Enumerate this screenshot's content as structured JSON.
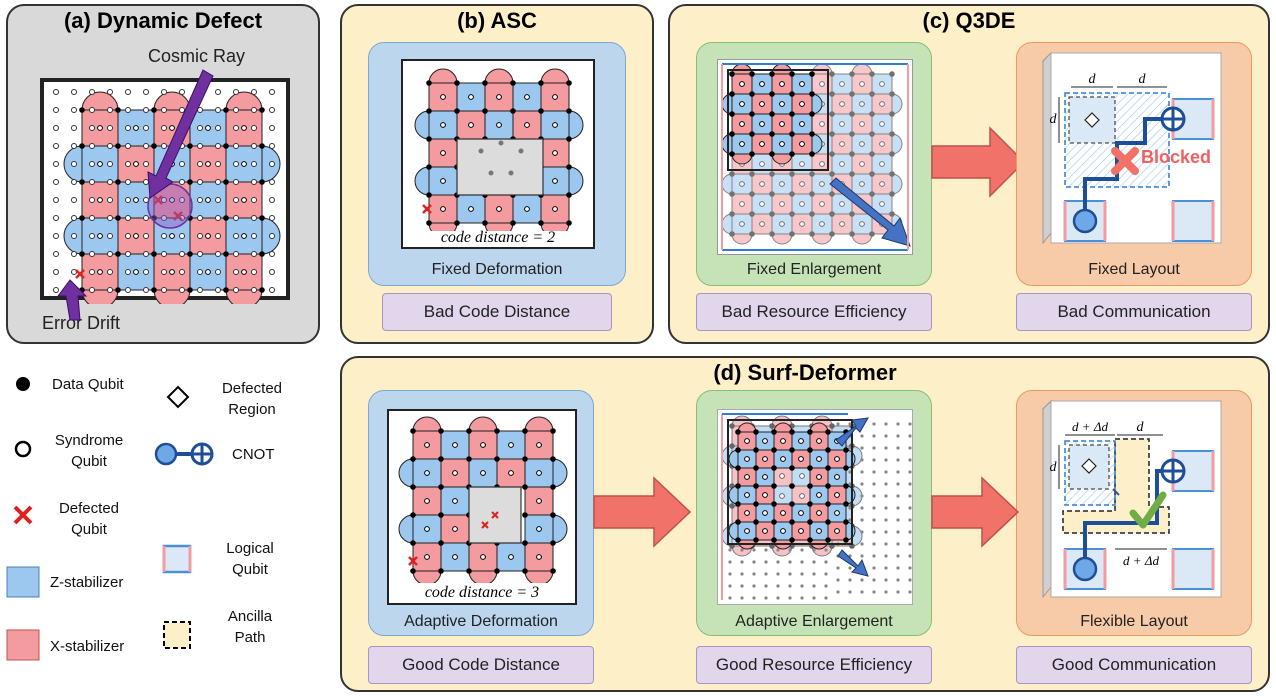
{
  "panels": {
    "a": {
      "title": "(a) Dynamic Defect",
      "cosmic_ray": "Cosmic Ray",
      "error_drift": "Error Drift"
    },
    "b": {
      "title": "(b) ASC",
      "code_distance": "code distance = 2",
      "caption": "Fixed Deformation",
      "eval": "Bad Code Distance"
    },
    "c": {
      "title": "(c) Q3DE",
      "caption1": "Fixed Enlargement",
      "caption2": "Fixed Layout",
      "eval1": "Bad Resource Efficiency",
      "eval2": "Bad Communication",
      "blocked": "Blocked",
      "d_label": "d"
    },
    "d": {
      "title": "(d) Surf-Deformer",
      "code_distance": "code distance = 3",
      "caption1": "Adaptive Deformation",
      "caption2": "Adaptive Enlargement",
      "caption3": "Flexible Layout",
      "eval1": "Good Code Distance",
      "eval2": "Good Resource Efficiency",
      "eval3": "Good Communication",
      "d_label": "d",
      "d_plus": "d + Δd"
    }
  },
  "legend": {
    "data_qubit": "Data Qubit",
    "syndrome_qubit": "Syndrome Qubit",
    "defected_qubit": "Defected Qubit",
    "z_stabilizer": "Z-stabilizer",
    "x_stabilizer": "X-stabilizer",
    "defected_region": "Defected Region",
    "cnot": "CNOT",
    "logical_qubit": "Logical Qubit",
    "ancilla_path": "Ancilla Path"
  },
  "colors": {
    "z": "#9cc7ee",
    "x": "#f39b9f",
    "panel_bg": "#fdf0c9",
    "gray_panel": "#d9d9d9",
    "arrow": "#f07268",
    "purple_arrow": "#7030a0",
    "blue_arrow": "#2f5597"
  }
}
